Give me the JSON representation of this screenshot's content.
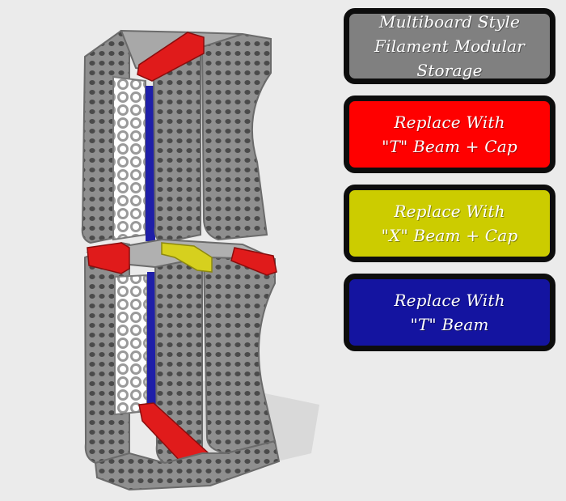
{
  "scene": {
    "icon": "3d-model-render",
    "colors": {
      "background": "#ebebeb",
      "frame": "#9a9a9a",
      "frame_dark": "#6b6b6b",
      "red_part": "#e01b1b",
      "yellow_part": "#d6d01e",
      "blue_part": "#1f1fa8"
    }
  },
  "legend": [
    {
      "line1": "Multiboard Style",
      "line2": "Filament Modular Storage",
      "color": "#808080"
    },
    {
      "line1": "Replace With",
      "line2": "\"T\" Beam + Cap",
      "color": "#ff0000"
    },
    {
      "line1": "Replace With",
      "line2": "\"X\" Beam + Cap",
      "color": "#cccc00"
    },
    {
      "line1": "Replace With",
      "line2": "\"T\" Beam",
      "color": "#1414a0"
    }
  ]
}
